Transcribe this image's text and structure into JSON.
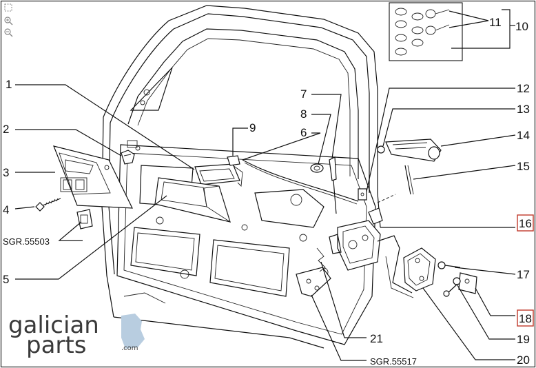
{
  "labels": {
    "l1": "1",
    "l2": "2",
    "l3": "3",
    "l4": "4",
    "l5": "5",
    "l6": "6",
    "l7": "7",
    "l8": "8",
    "l9": "9",
    "l10": "10",
    "l11": "11",
    "l12": "12",
    "l13": "13",
    "l14": "14",
    "l15": "15",
    "l16": "16",
    "l17": "17",
    "l18": "18",
    "l19": "19",
    "l20": "20",
    "l21": "21"
  },
  "refs": {
    "sgr1": "SGR.55503",
    "sgr2": "SGR.55517"
  },
  "logo": {
    "line1": "galician",
    "line2": "parts",
    "suffix": ".com"
  },
  "colors": {
    "highlight": "#c0392b",
    "logo_accent": "#b8cde0"
  },
  "icons": [
    "fit-icon",
    "zoom-in-icon",
    "zoom-out-icon"
  ]
}
